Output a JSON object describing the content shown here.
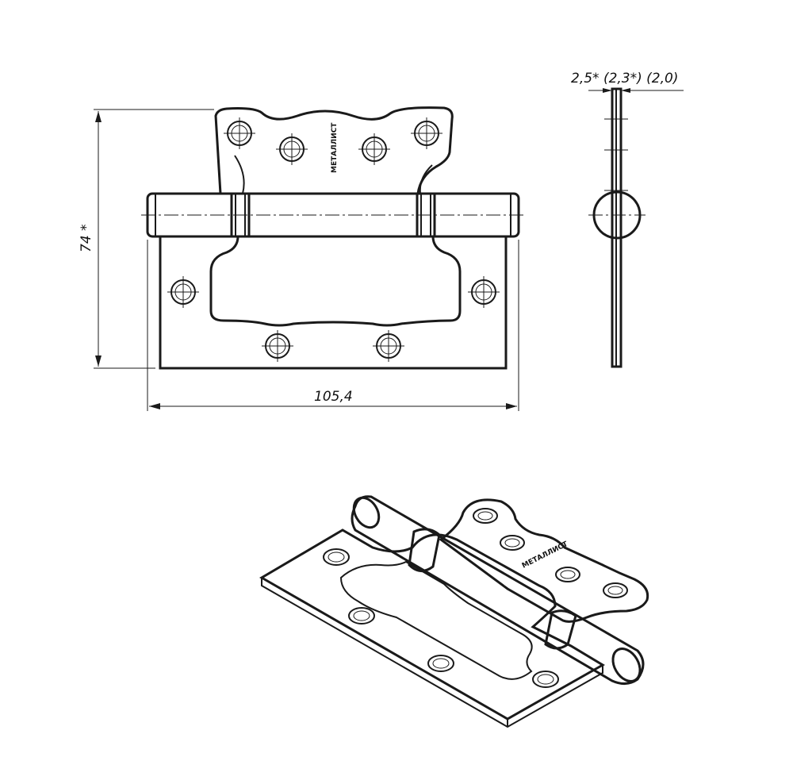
{
  "drawing": {
    "brand_label": "МЕТАЛЛИСТ",
    "dimensions": {
      "height": "74 *",
      "width": "105,4",
      "thickness": "2,5* (2,3*) (2,0)"
    }
  }
}
